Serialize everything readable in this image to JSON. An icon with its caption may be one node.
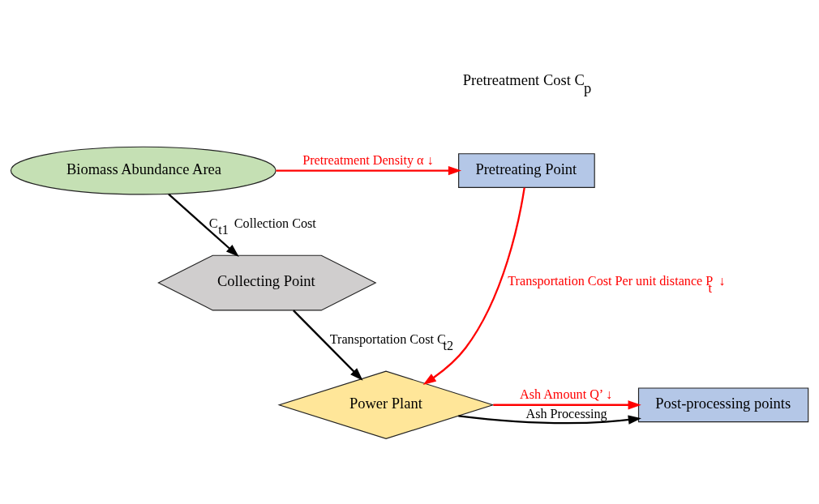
{
  "diagram": {
    "nodes": [
      {
        "text": [
          "Biomass Abundance Area"
        ]
      },
      {
        "text": [
          "Pretreating Point"
        ],
        "beside": [
          "Pretreatment Cost C$_{p}$"
        ]
      },
      {
        "text": [
          "Collecting Point"
        ]
      },
      {
        "text": [
          "Power Plant"
        ]
      },
      {
        "text": [
          "Post-processing points"
        ]
      }
    ],
    "edges": [
      {
        "from": 0,
        "to": 1,
        "arrow": "to",
        "color": "#ff0000",
        "label": "Pretreatment Density α ↓"
      },
      {
        "from": 0,
        "to": 2,
        "arrow": "to",
        "color": "#000000",
        "label": "C$_{t1}$ Collection Cost"
      },
      {
        "from": 1,
        "to": 3,
        "arrow": "to",
        "color": "#ff0000",
        "label": "Transportation Cost Per unit distance P$_{t}$ ↓"
      },
      {
        "from": 2,
        "to": 3,
        "arrow": "to",
        "color": "#000000",
        "label": "Transportation Cost C$_{t2}$"
      },
      {
        "from": 3,
        "to": 4,
        "arrow": "to",
        "color": "#ff0000",
        "label": "Ash Amount Q’ ↓"
      },
      {
        "from": 3,
        "to": 4,
        "arrow": "to",
        "color": "#000000",
        "label": "Ash Processing"
      }
    ]
  }
}
